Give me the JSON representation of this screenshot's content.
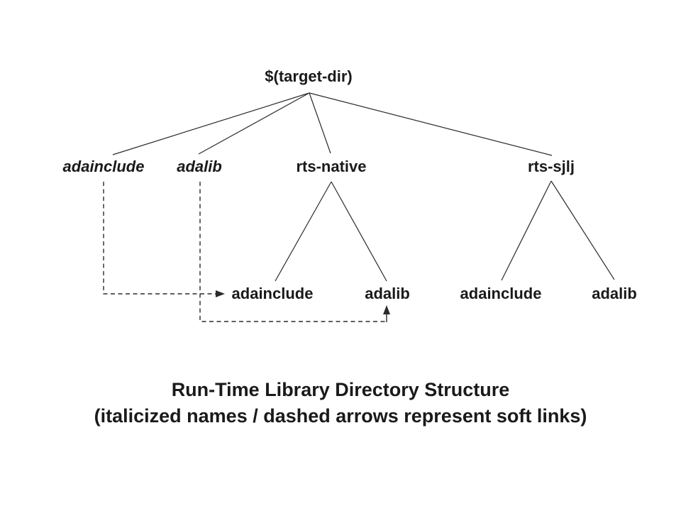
{
  "tree": {
    "root": {
      "label": "$(target-dir)"
    },
    "children": [
      {
        "label": "adainclude",
        "style": "italic",
        "soft_link": true
      },
      {
        "label": "adalib",
        "style": "italic",
        "soft_link": true
      },
      {
        "label": "rts-native",
        "style": "normal",
        "children": [
          {
            "label": "adainclude"
          },
          {
            "label": "adalib"
          }
        ]
      },
      {
        "label": "rts-sjlj",
        "style": "normal",
        "children": [
          {
            "label": "adainclude"
          },
          {
            "label": "adalib"
          }
        ]
      }
    ]
  },
  "soft_links": [
    {
      "from": "adainclude",
      "to": "rts-native/adainclude",
      "arrow": "right"
    },
    {
      "from": "adalib",
      "to": "rts-native/adalib",
      "arrow": "up"
    }
  ],
  "caption": {
    "line1": "Run-Time Library Directory Structure",
    "line2": "(italicized names / dashed arrows represent soft links)"
  },
  "colors": {
    "background": "#ffffff",
    "text": "#1a1a1a",
    "line": "#2b2b2b"
  }
}
